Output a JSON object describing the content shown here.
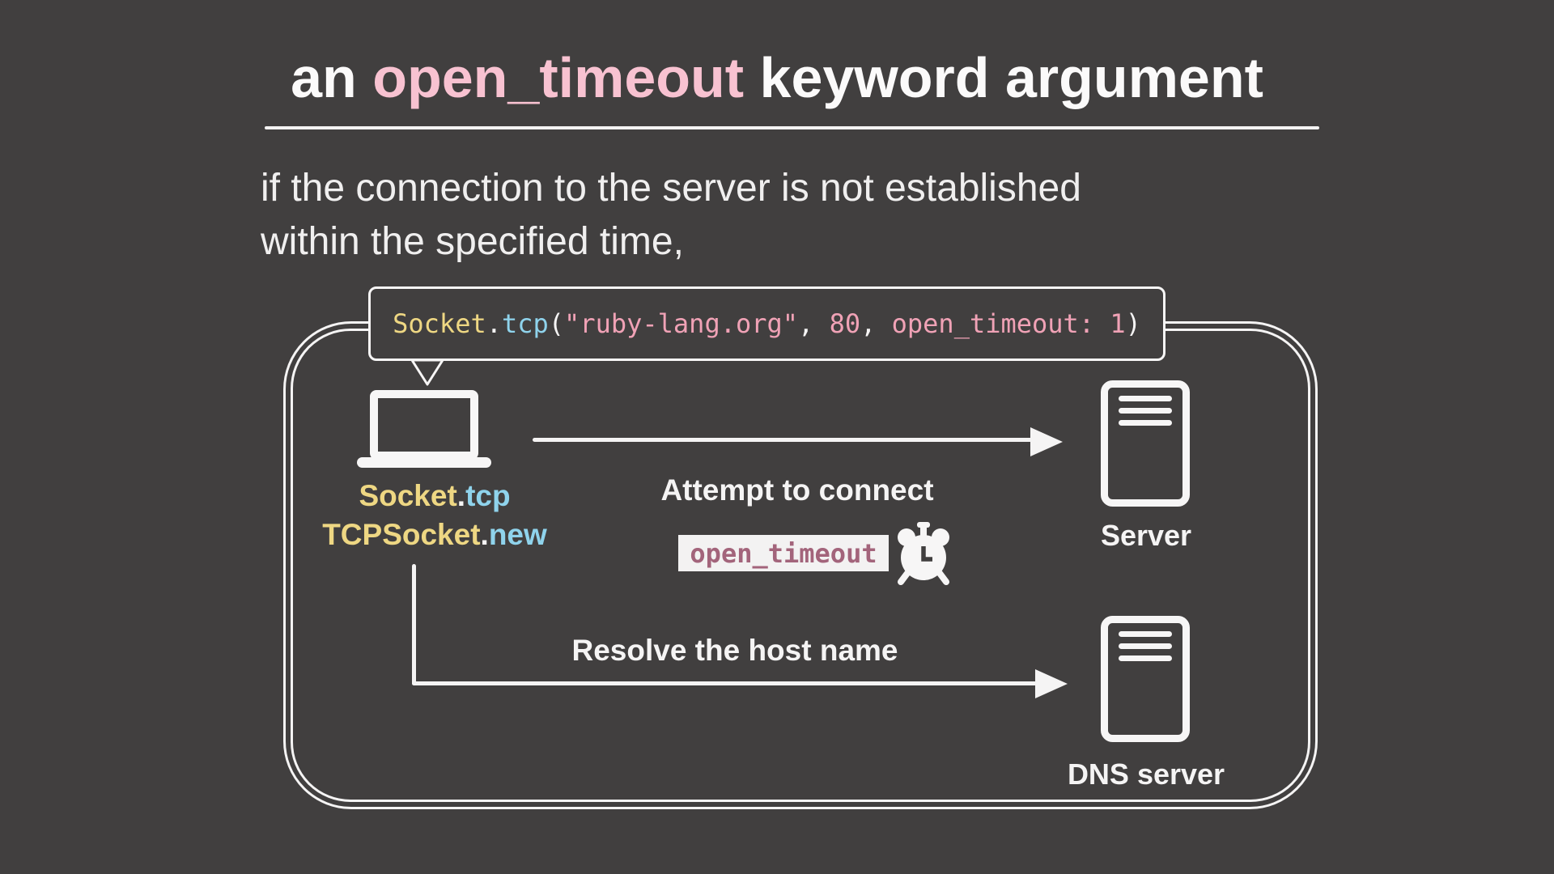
{
  "colors": {
    "background": "#413f3f",
    "chalk_white": "#f5f4f4",
    "title_highlight_pink": "#f8c2d1",
    "code_yellow": "#eed783",
    "code_cyan": "#8fd3ec",
    "code_pink": "#f0a2b6",
    "badge_text": "#a3647b",
    "badge_background": "#f3f2f2"
  },
  "title": {
    "prefix": "an ",
    "highlight": "open_timeout",
    "suffix": " keyword argument"
  },
  "subtitle": {
    "line1": "if the connection to the server is not established",
    "line2": "within the specified time,"
  },
  "code": {
    "segments": [
      {
        "text": "Socket",
        "color": "#eed783"
      },
      {
        "text": ".",
        "color": "#f5f4f4"
      },
      {
        "text": "tcp",
        "color": "#8fd3ec"
      },
      {
        "text": "(",
        "color": "#f5f4f4"
      },
      {
        "text": "\"ruby-lang.org\"",
        "color": "#f0a2b6"
      },
      {
        "text": ", ",
        "color": "#f5f4f4"
      },
      {
        "text": "80",
        "color": "#f0a2b6"
      },
      {
        "text": ", ",
        "color": "#f5f4f4"
      },
      {
        "text": "open_timeout: 1",
        "color": "#f0a2b6"
      },
      {
        "text": ")",
        "color": "#f5f4f4"
      }
    ]
  },
  "diagram": {
    "client": {
      "line1": [
        {
          "text": "Socket",
          "color": "#eed783"
        },
        {
          "text": ".",
          "color": "#f5f4f4"
        },
        {
          "text": "tcp",
          "color": "#8fd3ec"
        }
      ],
      "line2": [
        {
          "text": "TCPSocket",
          "color": "#eed783"
        },
        {
          "text": ".",
          "color": "#f5f4f4"
        },
        {
          "text": "new",
          "color": "#8fd3ec"
        }
      ]
    },
    "connect_label": "Attempt to connect",
    "timeout_badge": "open_timeout",
    "server_label": "Server",
    "resolve_label": "Resolve the host name",
    "dns_label": "DNS server"
  },
  "icons": {
    "client": "laptop-icon",
    "timeout": "alarm-clock-icon",
    "server": "server-icon",
    "dns": "dns-server-icon",
    "connect_arrow": "arrow-right-icon",
    "resolve_arrow": "arrow-right-icon",
    "callout": "speech-bubble-tail-icon"
  }
}
